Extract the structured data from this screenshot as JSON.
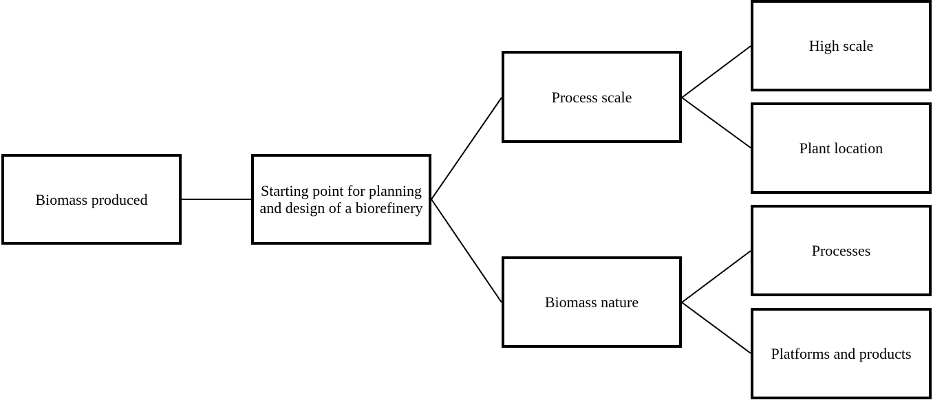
{
  "diagram": {
    "nodes": {
      "biomass_produced": "Biomass produced",
      "starting_point": "Starting point for planning and design of a biorefinery",
      "process_scale": "Process scale",
      "biomass_nature": "Biomass nature",
      "high_scale": "High scale",
      "plant_location": "Plant location",
      "processes": "Processes",
      "platforms_products": "Platforms and products"
    },
    "edges": [
      [
        "biomass_produced",
        "starting_point"
      ],
      [
        "starting_point",
        "process_scale"
      ],
      [
        "starting_point",
        "biomass_nature"
      ],
      [
        "process_scale",
        "high_scale"
      ],
      [
        "process_scale",
        "plant_location"
      ],
      [
        "biomass_nature",
        "processes"
      ],
      [
        "biomass_nature",
        "platforms_products"
      ]
    ]
  }
}
